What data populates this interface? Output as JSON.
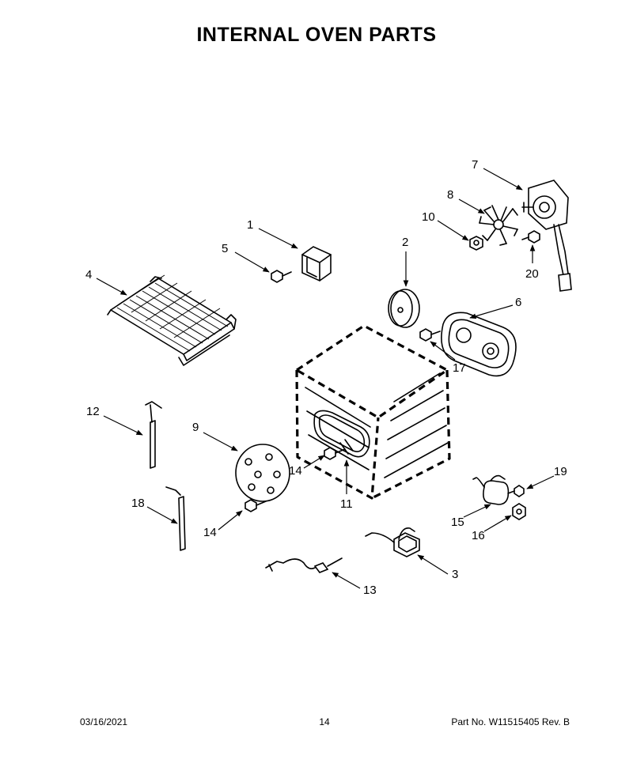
{
  "title": "INTERNAL OVEN PARTS",
  "footer": {
    "date": "03/16/2021",
    "page": "14",
    "part_no": "Part No.  W11515405  Rev.  B"
  },
  "callouts": [
    {
      "id": "c1",
      "label": "1"
    },
    {
      "id": "c2",
      "label": "2"
    },
    {
      "id": "c3",
      "label": "3"
    },
    {
      "id": "c4",
      "label": "4"
    },
    {
      "id": "c5",
      "label": "5"
    },
    {
      "id": "c6",
      "label": "6"
    },
    {
      "id": "c7",
      "label": "7"
    },
    {
      "id": "c8",
      "label": "8"
    },
    {
      "id": "c9",
      "label": "9"
    },
    {
      "id": "c10",
      "label": "10"
    },
    {
      "id": "c11",
      "label": "11"
    },
    {
      "id": "c12",
      "label": "12"
    },
    {
      "id": "c13",
      "label": "13"
    },
    {
      "id": "c14a",
      "label": "14"
    },
    {
      "id": "c14b",
      "label": "14"
    },
    {
      "id": "c15",
      "label": "15"
    },
    {
      "id": "c16",
      "label": "16"
    },
    {
      "id": "c17",
      "label": "17"
    },
    {
      "id": "c18",
      "label": "18"
    },
    {
      "id": "c19",
      "label": "19"
    },
    {
      "id": "c20",
      "label": "20"
    }
  ]
}
